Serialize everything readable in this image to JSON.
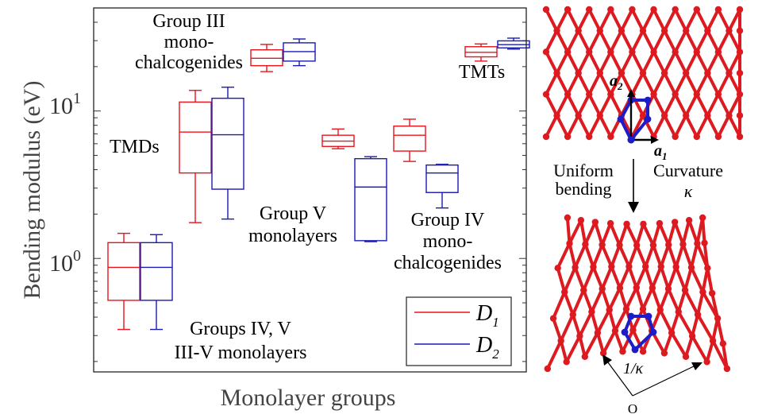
{
  "chart_data": {
    "type": "boxplot",
    "scale": "log",
    "ylabel": "Bending modulus (eV)",
    "xlabel": "Monolayer groups",
    "ylim": [
      0.17,
      50
    ],
    "yticks": [
      {
        "value": 1,
        "base": "10",
        "exp": "0"
      },
      {
        "value": 10,
        "base": "10",
        "exp": "1"
      }
    ],
    "legend": {
      "position": "bottom-right",
      "entries": [
        {
          "base": "D",
          "sub": "1",
          "color": "#e8141c"
        },
        {
          "base": "D",
          "sub": "2",
          "color": "#1a1ab4"
        }
      ]
    },
    "groups": [
      {
        "label_lines": [
          "Groups IV, V",
          "III-V monolayers"
        ],
        "D1": {
          "min": 0.33,
          "q1": 0.52,
          "median": 0.87,
          "q3": 1.28,
          "max": 1.48
        },
        "D2": {
          "min": 0.33,
          "q1": 0.52,
          "median": 0.87,
          "q3": 1.28,
          "max": 1.45
        }
      },
      {
        "label_lines": [
          "TMDs"
        ],
        "D1": {
          "min": 1.75,
          "q1": 3.8,
          "median": 7.2,
          "q3": 11.5,
          "max": 13.8
        },
        "D2": {
          "min": 1.85,
          "q1": 2.95,
          "median": 6.9,
          "q3": 12.2,
          "max": 14.5
        }
      },
      {
        "label_lines": [
          "Group III",
          "mono-",
          "chalcogenides"
        ],
        "D1": {
          "min": 18.5,
          "q1": 20.3,
          "median": 22.8,
          "q3": 26.0,
          "max": 28.3
        },
        "D2": {
          "min": 20.3,
          "q1": 21.8,
          "median": 25.3,
          "q3": 29.0,
          "max": 30.8
        }
      },
      {
        "label_lines": [
          "Group V",
          "monolayers"
        ],
        "D1": {
          "min": 5.55,
          "q1": 5.75,
          "median": 6.25,
          "q3": 6.85,
          "max": 7.55
        },
        "D2": {
          "min": 1.3,
          "q1": 1.32,
          "median": 3.05,
          "q3": 4.75,
          "max": 4.9
        }
      },
      {
        "label_lines": [
          "Group IV",
          "mono-",
          "chalcogenides"
        ],
        "D1": {
          "min": 4.55,
          "q1": 5.35,
          "median": 6.85,
          "q3": 7.9,
          "max": 8.8
        },
        "D2": {
          "min": 2.2,
          "q1": 2.8,
          "median": 3.8,
          "q3": 4.3,
          "max": 4.35
        }
      },
      {
        "label_lines": [
          "TMTs"
        ],
        "D1": {
          "min": 21.8,
          "q1": 23.3,
          "median": 25.0,
          "q3": 27.3,
          "max": 28.5
        },
        "D2": {
          "min": 26.3,
          "q1": 26.8,
          "median": 28.2,
          "q3": 29.9,
          "max": 31.2
        }
      }
    ]
  },
  "diagram": {
    "vector_a1": {
      "base": "a",
      "sub": "1"
    },
    "vector_a2": {
      "base": "a",
      "sub": "2"
    },
    "arrow_left_label_lines": [
      "Uniform",
      "bending"
    ],
    "arrow_right_label": "Curvature",
    "curvature_symbol": "κ",
    "radius_label": "1/κ",
    "origin_label": "O",
    "atom_color": "#dd1a20",
    "highlight_color": "#1c1cc8"
  }
}
